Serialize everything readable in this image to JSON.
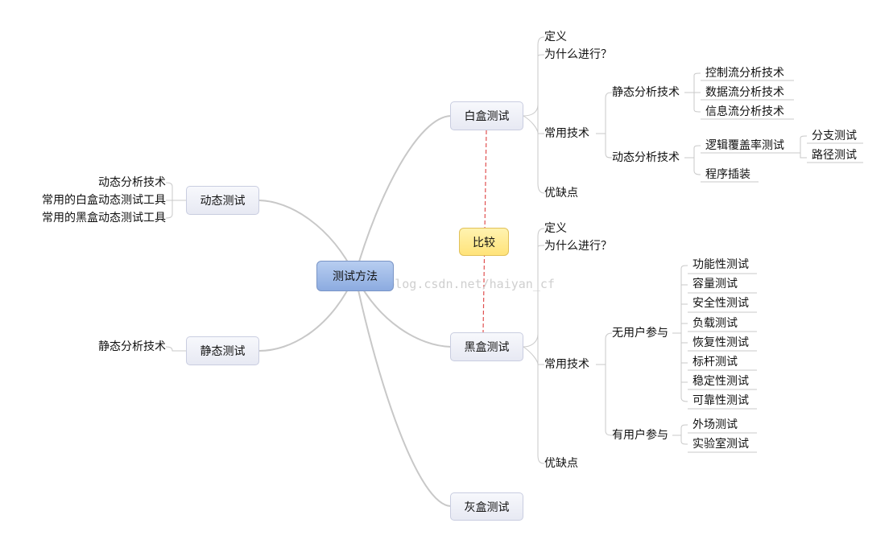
{
  "colors": {
    "branch_line": "#c8c8c8",
    "leaf_line": "#c9c9c9",
    "compare_link": "#e05050",
    "root_fill": "#9db8e8",
    "compare_fill": "#ffe98f"
  },
  "watermark": "http://blog.csdn.net/haiyan_cf",
  "root": {
    "label": "测试方法"
  },
  "compare": {
    "label": "比较"
  },
  "white_box": {
    "label": "白盒测试",
    "items": {
      "definition": "定义",
      "why": "为什么进行？",
      "techniques": "常用技术",
      "pros_cons": "优缺点"
    },
    "static": {
      "label": "静态分析技术",
      "items": [
        "控制流分析技术",
        "数据流分析技术",
        "信息流分析技术"
      ]
    },
    "dynamic": {
      "label": "动态分析技术",
      "logic_coverage": {
        "label": "逻辑覆盖率测试",
        "items": [
          "分支测试",
          "路径测试"
        ]
      },
      "instrumentation": "程序插装"
    }
  },
  "black_box": {
    "label": "黑盒测试",
    "items": {
      "definition": "定义",
      "why": "为什么进行？",
      "techniques": "常用技术",
      "pros_cons": "优缺点"
    },
    "no_user": {
      "label": "无用户参与",
      "items": [
        "功能性测试",
        "容量测试",
        "安全性测试",
        "负载测试",
        "恢复性测试",
        "标杆测试",
        "稳定性测试",
        "可靠性测试"
      ]
    },
    "with_user": {
      "label": "有用户参与",
      "items": [
        "外场测试",
        "实验室测试"
      ]
    }
  },
  "gray_box": {
    "label": "灰盒测试"
  },
  "dynamic_test": {
    "label": "动态测试",
    "items": [
      "动态分析技术",
      "常用的白盒动态测试工具",
      "常用的黑盒动态测试工具"
    ]
  },
  "static_test": {
    "label": "静态测试",
    "items": [
      "静态分析技术"
    ]
  }
}
